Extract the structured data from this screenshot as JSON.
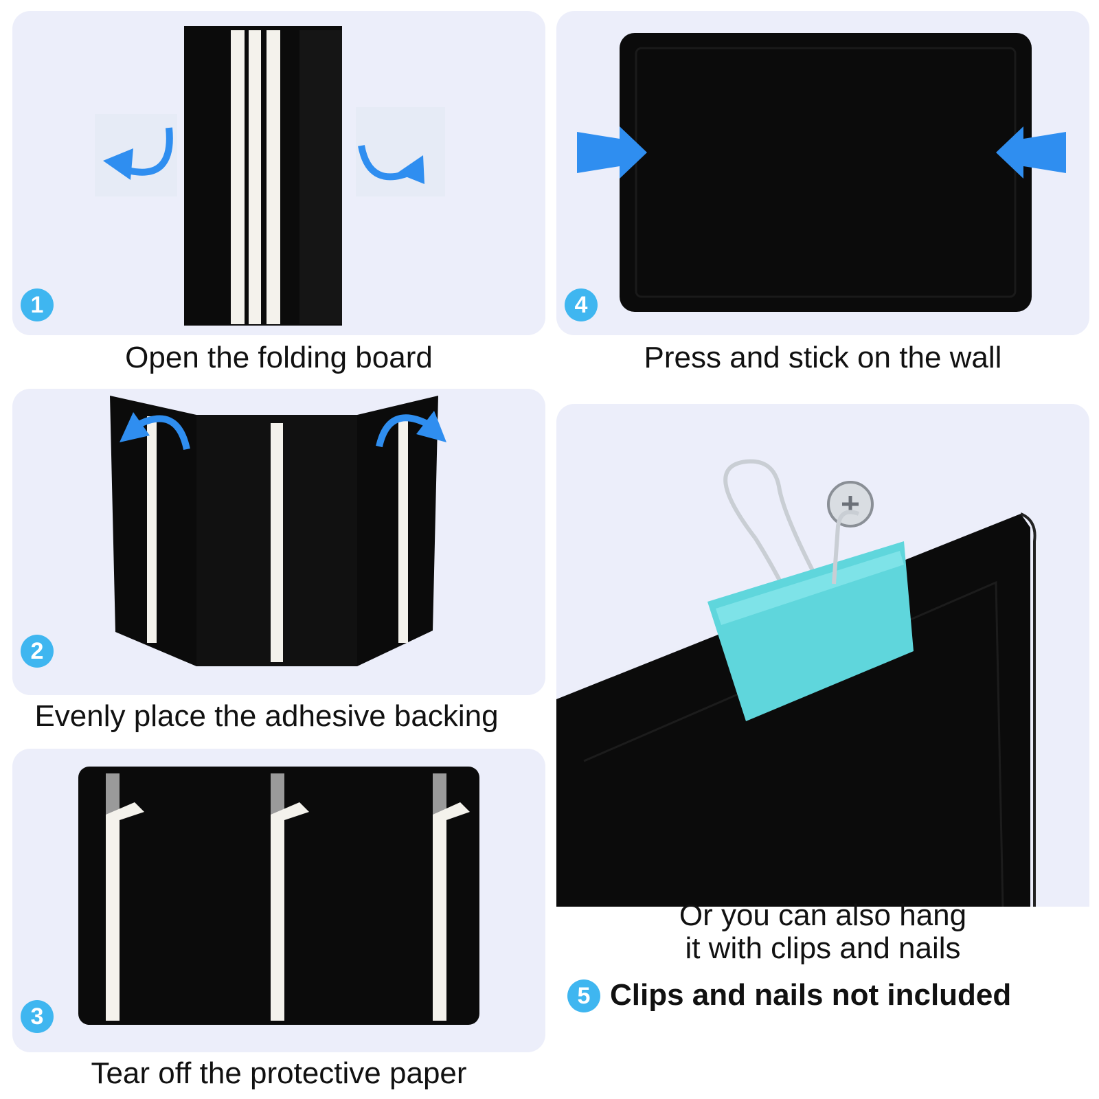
{
  "steps": [
    {
      "number": "1",
      "caption": "Open the folding board"
    },
    {
      "number": "2",
      "caption": "Evenly place the adhesive backing"
    },
    {
      "number": "3",
      "caption": "Tear off the protective paper"
    },
    {
      "number": "4",
      "caption": "Press and stick on the wall"
    },
    {
      "number": "5",
      "caption_line1": "Or you can also hang",
      "caption_line2": "it with clips and nails",
      "note": "Clips and nails not included"
    }
  ],
  "colors": {
    "panel_bg": "#eceefa",
    "badge": "#3fb6f0",
    "arrow": "#2f8ef0",
    "board": "#0b0b0b",
    "tape": "#f4f2ec",
    "clip": "#5fd6dc"
  },
  "icons": [
    "curved-arrow-icon",
    "push-arrow-icon",
    "binder-clip-icon",
    "screw-nail-icon"
  ]
}
